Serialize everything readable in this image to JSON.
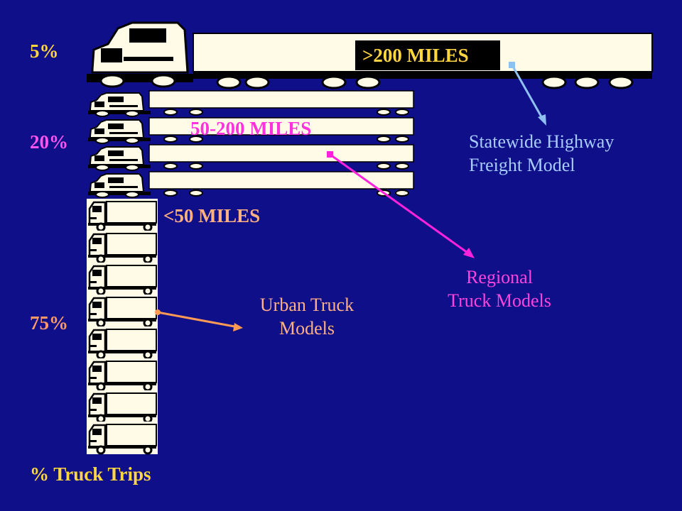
{
  "percentages": {
    "long": "5%",
    "mid": "20%",
    "short": "75%",
    "axis_title": "% Truck Trips"
  },
  "distance_bands": {
    "long": ">200 MILES",
    "mid": "50-200 MILES",
    "short": "<50 MILES"
  },
  "models": {
    "statewide": {
      "line1": "Statewide Highway",
      "line2": "Freight Model"
    },
    "regional": {
      "line1": "Regional",
      "line2": "Truck Models"
    },
    "urban": {
      "line1": "Urban Truck",
      "line2": "Models"
    }
  },
  "colors": {
    "background": "#0f0f8a",
    "trailer": "#fffbe6",
    "yellow": "#ffd640",
    "pink": "#ff44dd",
    "orange": "#ff9a66",
    "light_blue": "#a8ccff"
  }
}
